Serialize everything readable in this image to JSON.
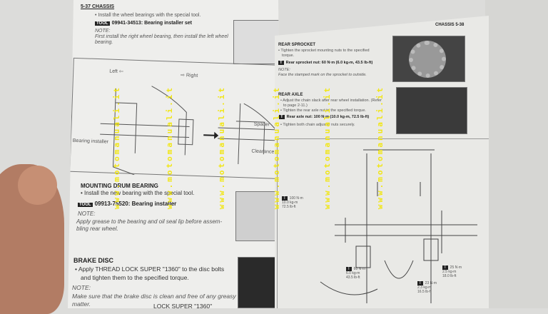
{
  "left_page": {
    "header": "5-37 CHASSIS",
    "bullet1": "• Install the wheel bearings with the special tool.",
    "tool1": "09941-34513: Bearing installer set",
    "note_label": "NOTE:",
    "note1_l1": "First install the right wheel bearing, then install the left wheel",
    "note1_l2": "bearing.",
    "diagram": {
      "left": "Left ⇦",
      "right": "⇨ Right",
      "bearing_installer": "Bearing installer",
      "spacer": "Spacer",
      "clearance": "Clearance"
    },
    "mounting_title": "MOUNTING DRUM BEARING",
    "mounting_bullet": "• Install the new bearing with the special tool.",
    "tool2": "09913-75520: Bearing installer",
    "note2_l1": "Apply grease to the bearing and oil seal lip before assem-",
    "note2_l2": "bling rear wheel.",
    "brake_title": "BRAKE DISC",
    "brake_l1": "• Apply THREAD LOCK SUPER \"1360\" to the disc bolts",
    "brake_l2": "and tighten them to the specified torque.",
    "note3_l1": "Make sure that the brake disc is clean and free of any greasy",
    "note3_l2": "matter.",
    "cut_line": "LOCK SUPER \"1360\""
  },
  "right_page": {
    "header": "CHASSIS 5-38",
    "sprocket_title": "REAR SPROCKET",
    "sprocket_l1": "• Tighten the sprocket mounting nuts to the specified",
    "sprocket_l2": "torque.",
    "sprocket_torque": "Rear sprocket nut: 60 N·m (6.0 kg-m, 43.5 lb-ft)",
    "note_label": "NOTE:",
    "sprocket_note": "Face the stamped mark on the sprocket to outside.",
    "axle_title": "REAR AXLE",
    "axle_l1": "• Adjust the chain slack after rear wheel installation. (Refer",
    "axle_l2": "to page 2-11.)",
    "axle_l3": "• Tighten the rear axle nut to the specified torque.",
    "axle_torque": "Rear axle nut: 100 N·m (10.0 kg-m, 72.5 lb-ft)",
    "axle_l4": "• Tighten both chain adjuster nuts securely.",
    "torques": [
      [
        "100 N·m",
        "10.0 kg-m",
        "72.5 lb-ft"
      ],
      [
        "60 N·m",
        "6.0 kg-m",
        "43.5 lb-ft"
      ],
      [
        "25 N·m",
        "2.5 kg-m",
        "18.0 lb-ft"
      ],
      [
        "23 N·m",
        "2.3 kg-m",
        "16.5 lb-ft"
      ]
    ]
  },
  "watermark": "www.motomanuali.it"
}
